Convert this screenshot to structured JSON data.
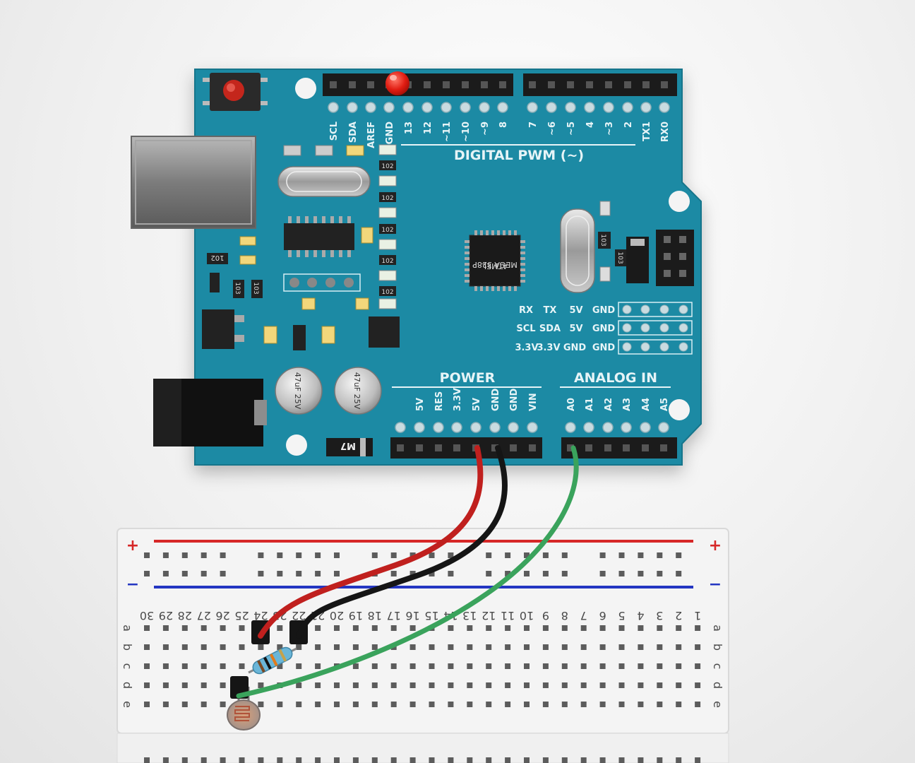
{
  "board": {
    "top_header_labels": [
      "SCL",
      "SDA",
      "AREF",
      "GND",
      "13",
      "12",
      "~11",
      "~10",
      "~9",
      "8",
      "7",
      "~6",
      "~5",
      "4",
      "~3",
      "2",
      "TX1",
      "RX0"
    ],
    "digital_label": "DIGITAL PWM (~)",
    "power_label": "POWER",
    "power_pins": [
      "5V",
      "RES",
      "3.3V",
      "5V",
      "GND",
      "GND",
      "VIN"
    ],
    "analog_label": "ANALOG IN",
    "analog_pins": [
      "A0",
      "A1",
      "A2",
      "A3",
      "A4",
      "A5"
    ],
    "icsp_rows": [
      [
        "RX",
        "TX",
        "5V",
        "GND"
      ],
      [
        "SCL",
        "SDA",
        "5V",
        "GND"
      ],
      [
        "3.3V",
        "3.3V",
        "GND",
        "GND"
      ]
    ],
    "mcu_line1": "MEGA 328P",
    "mcu_line2": "ATMEL",
    "resistor_code_102": "102",
    "resistor_code_103": "103",
    "cap_text": "47uF 25V",
    "diode_text": "M7",
    "colors": {
      "pcb": "#1d8aa4",
      "pcb_edge": "#15748b",
      "header": "#1b1b1b",
      "wire_red": "#c0201e",
      "wire_black": "#151515",
      "wire_green": "#3aa35c",
      "rail_red": "#d62727",
      "rail_blue": "#2436c2"
    }
  },
  "breadboard": {
    "plus_sign": "+",
    "minus_sign": "−",
    "column_numbers": [
      "30",
      "29",
      "28",
      "27",
      "26",
      "25",
      "24",
      "23",
      "22",
      "21",
      "20",
      "19",
      "18",
      "17",
      "16",
      "15",
      "14",
      "13",
      "12",
      "11",
      "10",
      "9",
      "8",
      "7",
      "6",
      "5",
      "4",
      "3",
      "2",
      "1"
    ],
    "row_letters": [
      "a",
      "b",
      "c",
      "d",
      "e"
    ]
  }
}
